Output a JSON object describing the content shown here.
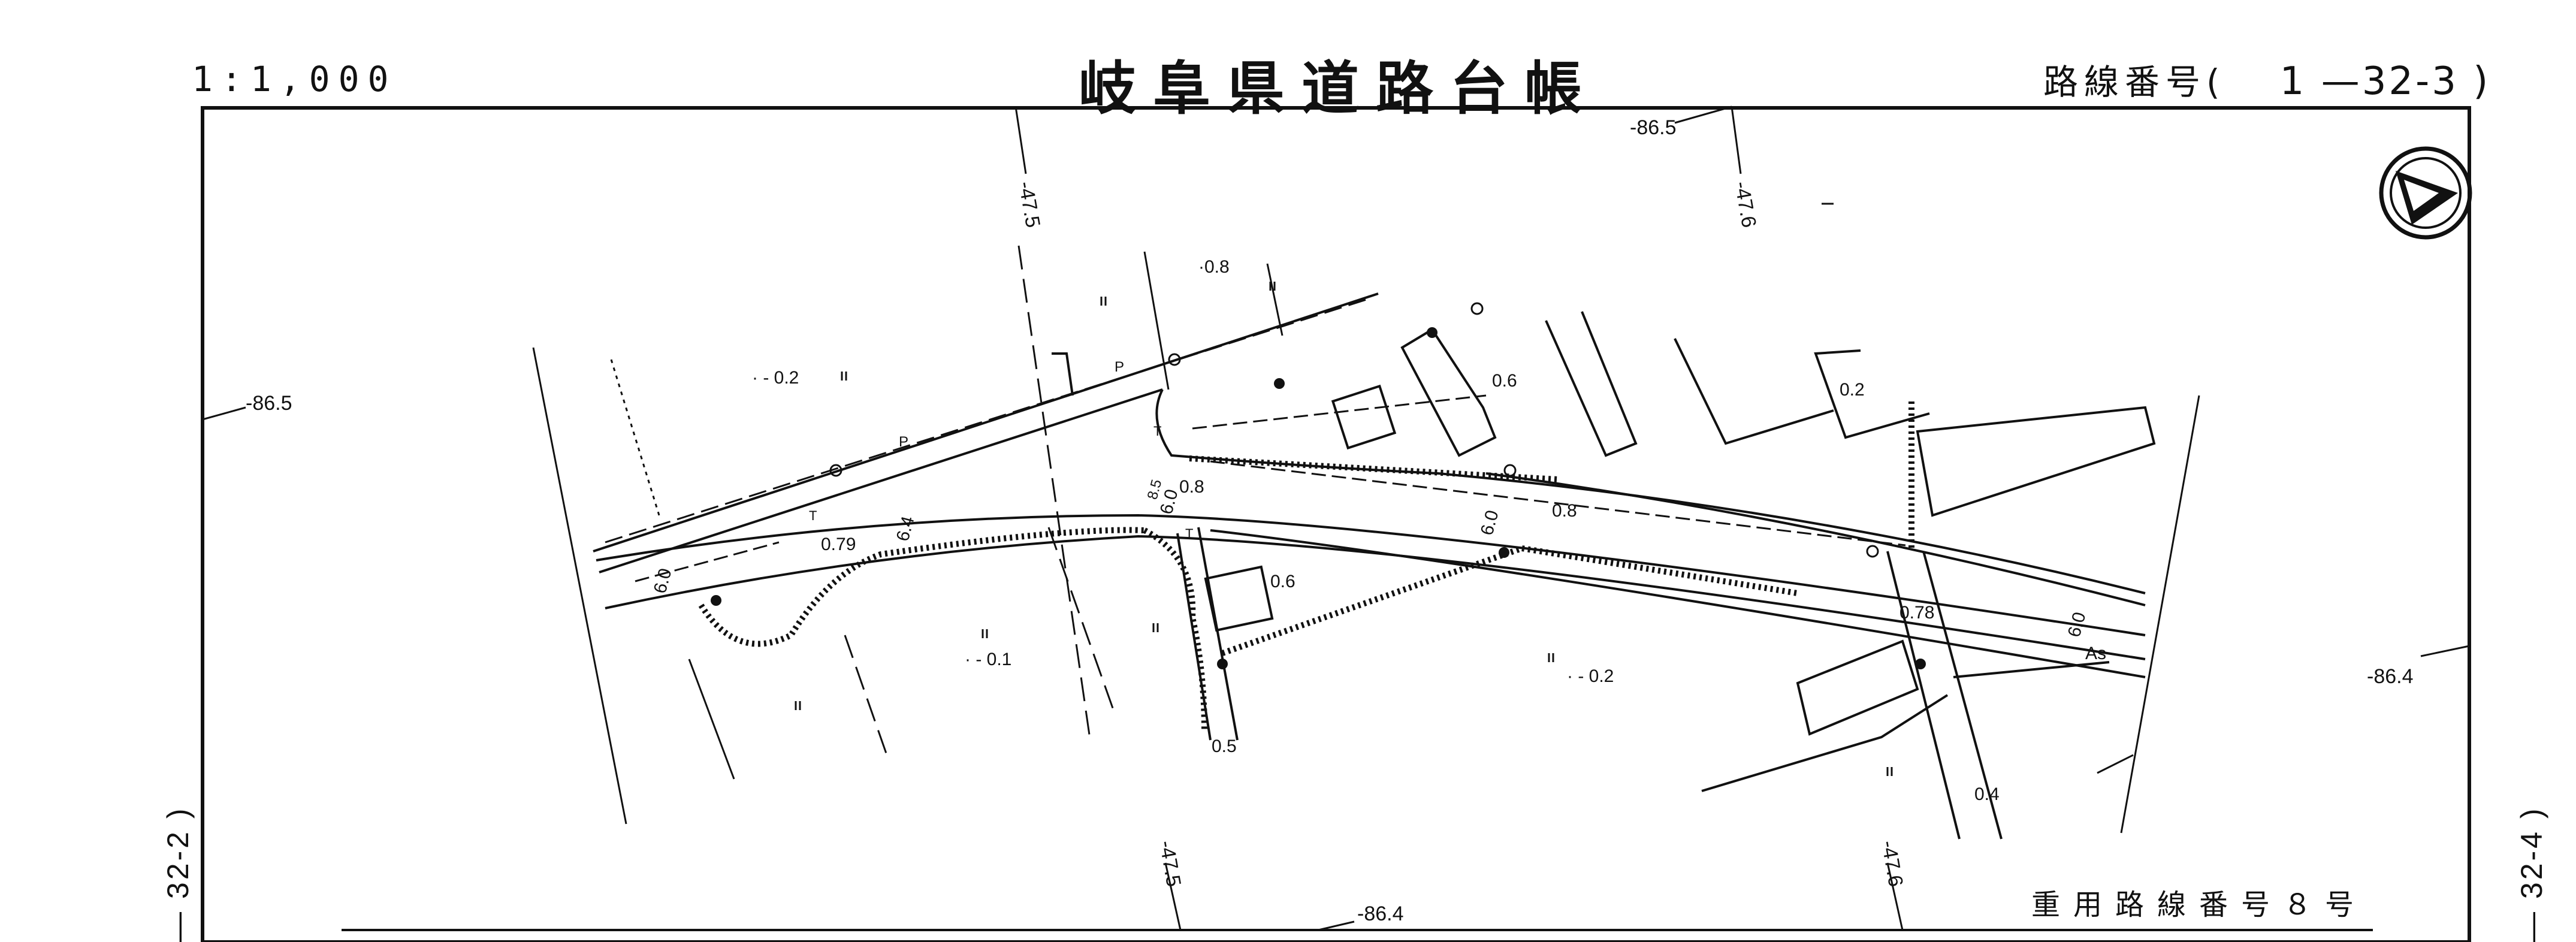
{
  "header": {
    "scale": "1:1,000",
    "title": "岐阜県道路台帳",
    "route_label": "路線番号(",
    "route_number": "1 —32-3 )"
  },
  "footer": {
    "shared_route": "重用路線番号８号"
  },
  "adjacent_sheets": {
    "previous": "— 32-2 )",
    "next": "— 32-4 )"
  },
  "grid_labels": {
    "top_x1": "-47.5",
    "top_x2": "-47.6",
    "top_y": "-86.5",
    "left_y": "-86.5",
    "right_y": "-86.4",
    "bottom_x1": "-47.5",
    "bottom_x2": "-47.6",
    "bottom_y": "-86.4"
  },
  "map_annotations": [
    {
      "text": "·0.8"
    },
    {
      "text": "· - 0.2"
    },
    {
      "text": "0.6"
    },
    {
      "text": "0.2"
    },
    {
      "text": "0.8"
    },
    {
      "text": "0.8"
    },
    {
      "text": "0.79"
    },
    {
      "text": "6.4"
    },
    {
      "text": "6.0"
    },
    {
      "text": "6.0"
    },
    {
      "text": "6.0"
    },
    {
      "text": "0.6"
    },
    {
      "text": "· - 0.1"
    },
    {
      "text": "· - 0.2"
    },
    {
      "text": "0.5"
    },
    {
      "text": "0.78"
    },
    {
      "text": "6.0"
    },
    {
      "text": "As"
    },
    {
      "text": "0.4"
    },
    {
      "text": "8.5"
    },
    {
      "text": "P"
    },
    {
      "text": "P"
    },
    {
      "text": "T"
    },
    {
      "text": "T"
    },
    {
      "text": "T"
    }
  ],
  "north_arrow": {
    "icon": "north-arrow-icon"
  },
  "colors": {
    "ink": "#111111",
    "paper": "#ffffff"
  }
}
